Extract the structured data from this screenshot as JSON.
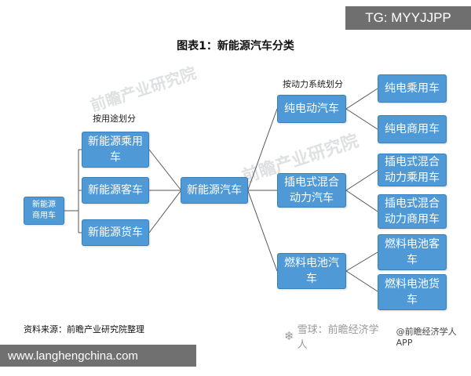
{
  "tag": "TG: MYYJJPP",
  "title": "图表1：新能源汽车分类",
  "watermark": "前瞻产业研究院",
  "labels": {
    "by_use": "按用途划分",
    "by_power": "按动力系统划分"
  },
  "nodes": {
    "commercial": "新能源\n商用车",
    "passenger": "新能源乘用\n车",
    "bus": "新能源客车",
    "truck": "新能源货车",
    "nev": "新能源汽车",
    "bev": "纯电动汽车",
    "phev": "插电式混合\n动力汽车",
    "fcev": "燃料电池汽\n车",
    "bev_passenger": "纯电乘用车",
    "bev_commercial": "纯电商用车",
    "phev_passenger": "插电式混合\n动力乘用车",
    "phev_commercial": "插电式混合\n动力商用车",
    "fc_bus": "燃料电池客\n车",
    "fc_truck": "燃料电池货\n车"
  },
  "footer": {
    "source": "资料来源：前瞻产业研究院整理",
    "brand": "雪球：前瞻经济学人",
    "app": "@前瞻经济学人APP"
  },
  "url": "www.langhengchina.com"
}
